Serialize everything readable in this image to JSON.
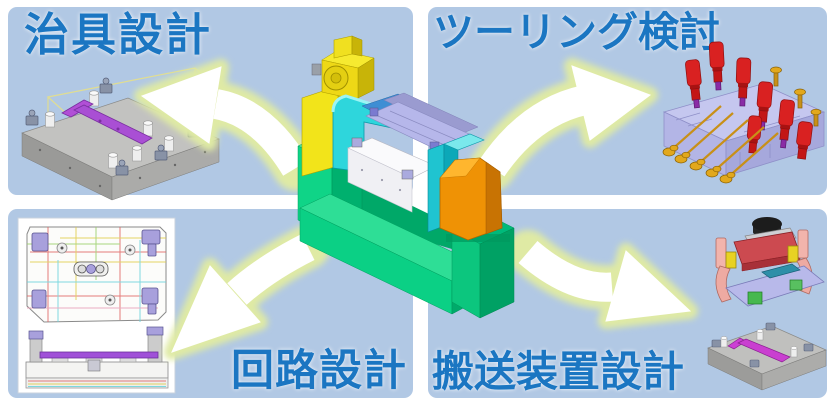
{
  "colors": {
    "page_bg": "#ffffff",
    "panel_blue": "#b1c8e4",
    "label_blue": "#1b76c2",
    "arrow_fill": "#ffffff",
    "arrow_glow": "#dfeaa4"
  },
  "quadrants": {
    "top_left": {
      "label": "治具設計"
    },
    "top_right": {
      "label": "ツーリング検討"
    },
    "bottom_left": {
      "label": "回路設計"
    },
    "bottom_right": {
      "label": "搬送装置設計"
    }
  }
}
